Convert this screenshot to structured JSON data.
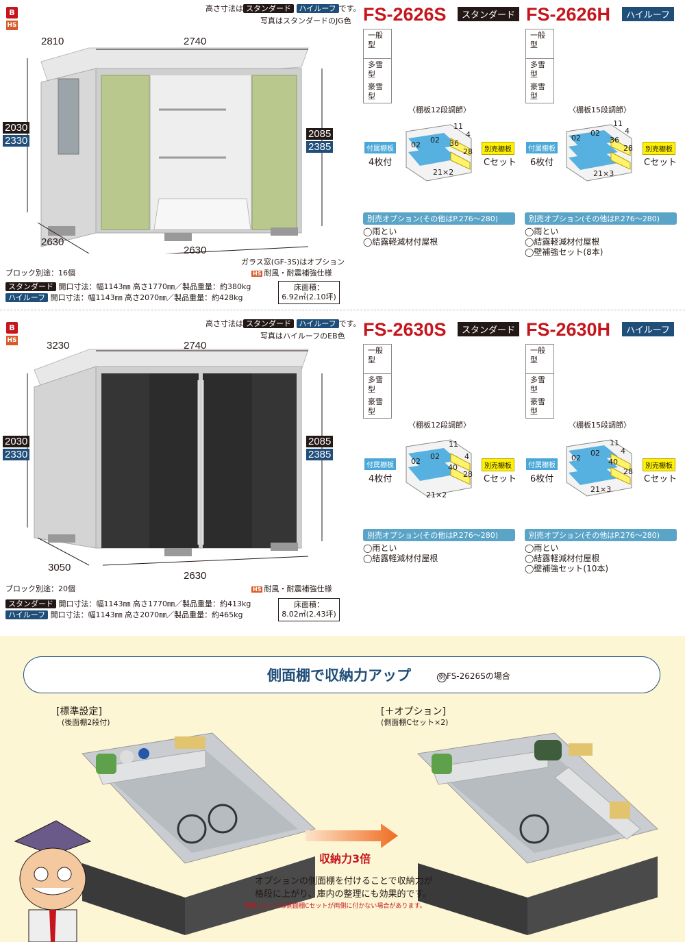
{
  "common": {
    "height_note_prefix": "高さ寸法は",
    "height_note_suffix": "です。",
    "std_label": "スタンダード",
    "hr_label": "ハイルーフ",
    "type_general": "一般型",
    "type_snow": "多雪型",
    "type_heavy": "豪雪型",
    "shelf12": "〈棚板12段調節〉",
    "shelf15": "〈棚板15段調節〉",
    "fuzoku": "付属棚板",
    "betsu": "別売棚板",
    "cset": "Cセット",
    "option_bar": "別売オプション(その他はP.276～280)",
    "opt_gutter": "◯雨とい",
    "opt_roof": "◯結露軽減材付屋根",
    "hs_badge": "HS",
    "b_badge": "B",
    "hs_text": "耐風・耐震補強仕様",
    "floor_label": "床面積：",
    "open_prefix": "開口寸法：",
    "std_type_label": "スタンダード",
    "hr_type_label": "ハイルーフ",
    "shelf_dims": {
      "d02a": "02",
      "d02b": "02",
      "d11": "11",
      "d4": "4",
      "d28": "28",
      "d36": "36",
      "d40": "40",
      "d21x2": "21×2",
      "d21x3": "21×3"
    }
  },
  "product1": {
    "photo_note": "写真はスタンダードのJG色",
    "model_s": "FS-2626S",
    "model_h": "FS-2626H",
    "depth": "2810",
    "width_top": "2740",
    "h_std_left": "2030",
    "h_hr_left": "2330",
    "h_std_right": "2085",
    "h_hr_right": "2385",
    "depth_bottom": "2630",
    "width_bottom": "2630",
    "glass_note": "ガラス窓(GF-3S)はオプション",
    "blocks": "ブロック別途：16個",
    "std_spec": "開口寸法：幅1143㎜ 高さ1770㎜／製品重量：約380kg",
    "hr_spec": "開口寸法：幅1143㎜ 高さ2070㎜／製品重量：約428kg",
    "floor_value": "6.92㎡(2.10坪)",
    "shelf_s_count": "4枚付",
    "shelf_h_count": "6枚付",
    "opt_reinforce": "◯壁補強セット(8本)"
  },
  "product2": {
    "photo_note": "写真はハイルーフのEB色",
    "model_s": "FS-2630S",
    "model_h": "FS-2630H",
    "depth": "3230",
    "width_top": "2740",
    "h_std_left": "2030",
    "h_hr_left": "2330",
    "h_std_right": "2085",
    "h_hr_right": "2385",
    "depth_bottom": "3050",
    "width_bottom": "2630",
    "blocks": "ブロック別途：20個",
    "std_spec": "開口寸法：幅1143㎜ 高さ1770㎜／製品重量：約413kg",
    "hr_spec": "開口寸法：幅1143㎜ 高さ2070㎜／製品重量：約465kg",
    "floor_value": "8.02㎡(2.43坪)",
    "shelf_s_count": "4枚付",
    "shelf_h_count": "6枚付",
    "opt_reinforce": "◯壁補強セット(10本)"
  },
  "promo": {
    "title": "側面棚で収納力アップ",
    "example_badge": "例",
    "example_text": "FS-2626Sの場合",
    "std_title": "[標準設定]",
    "std_sub": "(後面棚2段付)",
    "opt_title": "[＋オプション]",
    "opt_sub": "(側面棚Cセット×2)",
    "capacity": "収納力3倍",
    "desc1": "オプションの側面棚を付けることで収納力が",
    "desc2": "格段に上がり、庫内の整理にも効果的です。",
    "warning": "機種によっては側面棚Cセットが両側に付かない場合があります。"
  },
  "colors": {
    "accent_red": "#c4161c",
    "navy": "#1f4e79",
    "promo_bg": "#fdf6d5",
    "option_blue": "#5aa4c7"
  }
}
